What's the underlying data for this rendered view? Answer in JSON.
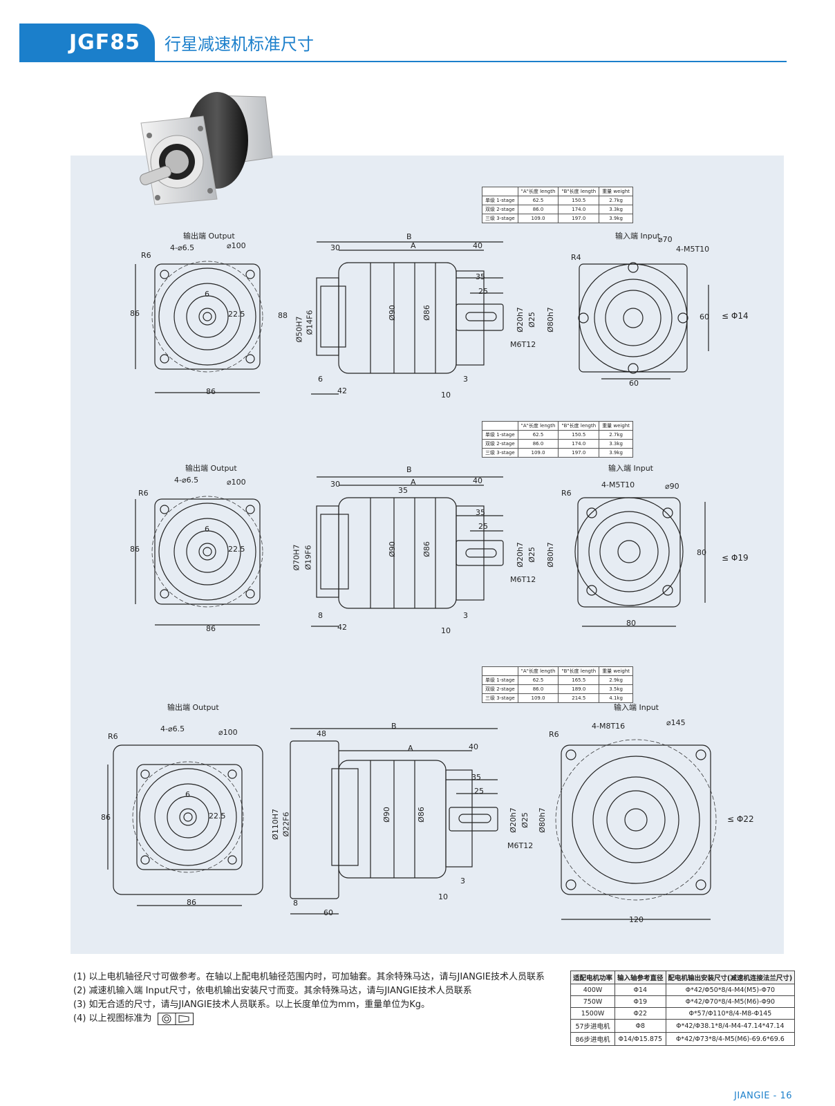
{
  "header": {
    "model": "JGF85",
    "title": "行星减速机标准尺寸"
  },
  "spec_columns": [
    "\"A\"长度 length",
    "\"B\"长度 length",
    "重量 weight"
  ],
  "spec_tables": [
    {
      "rows": [
        [
          "单级 1-stage",
          "62.5",
          "150.5",
          "2.7kg"
        ],
        [
          "双级 2-stage",
          "86.0",
          "174.0",
          "3.3kg"
        ],
        [
          "三级 3-stage",
          "109.0",
          "197.0",
          "3.9kg"
        ]
      ]
    },
    {
      "rows": [
        [
          "单级 1-stage",
          "62.5",
          "150.5",
          "2.7kg"
        ],
        [
          "双级 2-stage",
          "86.0",
          "174.0",
          "3.3kg"
        ],
        [
          "三级 3-stage",
          "109.0",
          "197.0",
          "3.9kg"
        ]
      ]
    },
    {
      "rows": [
        [
          "单级 1-stage",
          "62.5",
          "165.5",
          "2.9kg"
        ],
        [
          "双级 2-stage",
          "86.0",
          "189.0",
          "3.5kg"
        ],
        [
          "三级 3-stage",
          "109.0",
          "214.5",
          "4.1kg"
        ]
      ]
    }
  ],
  "views": {
    "output": "输出端 Output",
    "input": "输入端 Input"
  },
  "drawings": [
    {
      "shaft": "≤ Φ14",
      "holes": "4-⌀6.5",
      "pcd": "⌀100",
      "r": "R6",
      "key": "6",
      "shaft_h": "22.5",
      "sq": "86",
      "B": "B",
      "A": "A",
      "d30": "30",
      "d40": "40",
      "d35": "35",
      "d25": "25",
      "d3": "3",
      "d6": "6",
      "d42": "42",
      "d10": "10",
      "d88": "88",
      "fl": "Ø50H7",
      "fl2": "Ø14F6",
      "d90": "Ø90",
      "d86": "Ø86",
      "s20": "Ø20h7",
      "s25": "Ø25",
      "s80": "Ø80h7",
      "m6": "M6T12",
      "in_r": "R4",
      "in_pcd": "⌀70",
      "in_holes": "4-M5T10",
      "in_w": "60",
      "in_h": "60"
    },
    {
      "shaft": "≤ Φ19",
      "holes": "4-⌀6.5",
      "pcd": "⌀100",
      "r": "R6",
      "key": "6",
      "shaft_h": "22.5",
      "sq": "86",
      "B": "B",
      "A": "A",
      "d30": "30",
      "d40": "40",
      "d35a": "35",
      "d35": "35",
      "d25": "25",
      "d3": "3",
      "d8": "8",
      "d42": "42",
      "d10": "10",
      "fl": "Ø70H7",
      "fl2": "Ø19F6",
      "d90": "Ø90",
      "d86": "Ø86",
      "s20": "Ø20h7",
      "s25": "Ø25",
      "s80": "Ø80h7",
      "m6": "M6T12",
      "in_r": "R6",
      "in_pcd": "⌀90",
      "in_holes": "4-M5T10",
      "in_w": "80",
      "in_h": "80"
    },
    {
      "shaft": "≤ Φ22",
      "holes": "4-⌀6.5",
      "pcd": "⌀100",
      "r": "R6",
      "key": "6",
      "shaft_h": "22.5",
      "sq": "86",
      "B": "B",
      "A": "A",
      "d48": "48",
      "d40": "40",
      "d35": "35",
      "d25": "25",
      "d3": "3",
      "d8": "8",
      "d60": "60",
      "d10": "10",
      "fl": "Ø110H7",
      "fl2": "Ø22F6",
      "d90": "Ø90",
      "d86": "Ø86",
      "s20": "Ø20h7",
      "s25": "Ø25",
      "s80": "Ø80h7",
      "m6": "M6T12",
      "in_r": "R6",
      "in_pcd": "⌀145",
      "in_holes": "4-M8T16",
      "in_w": "120"
    }
  ],
  "notes": [
    "(1) 以上电机轴径尺寸可做参考。在轴以上配电机轴径范围内时，可加轴套。其余特殊马达，请与JIANGIE技术人员联系",
    "(2) 减速机输入端 Input尺寸，依电机输出安装尺寸而变。其余特殊马达，请与JIANGIE技术人员联系",
    "(3) 如无合适的尺寸，请与JIANGIE技术人员联系。以上长度单位为mm，重量单位为Kg。",
    "(4) 以上视图标准为"
  ],
  "motor_table": {
    "headers": [
      "适配电机功率",
      "输入轴参考直径",
      "配电机输出安装尺寸(减速机连接法兰尺寸)"
    ],
    "rows": [
      [
        "400W",
        "Φ14",
        "Φ*42/Φ50*8/4-M4(M5)-Φ70"
      ],
      [
        "750W",
        "Φ19",
        "Φ*42/Φ70*8/4-M5(M6)-Φ90"
      ],
      [
        "1500W",
        "Φ22",
        "Φ*57/Φ110*8/4-M8-Φ145"
      ],
      [
        "57步进电机",
        "Φ8",
        "Φ*42/Φ38.1*8/4-M4-47.14*47.14"
      ],
      [
        "86步进电机",
        "Φ14/Φ15.875",
        "Φ*42/Φ73*8/4-M5(M6)-69.6*69.6"
      ]
    ]
  },
  "footer": {
    "brand": "JIANGIE",
    "sep": "-",
    "page": "16"
  }
}
